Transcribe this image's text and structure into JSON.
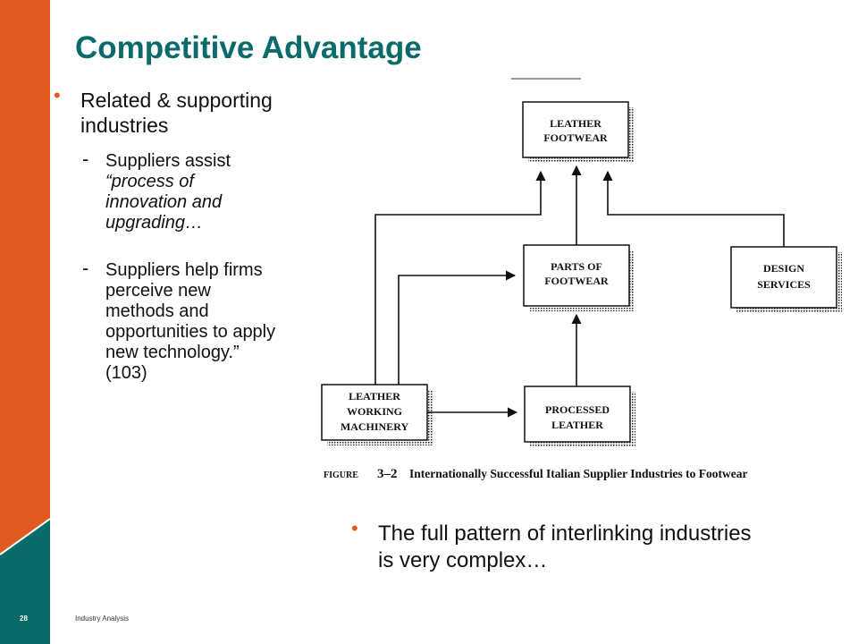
{
  "slide": {
    "title": "Competitive Advantage",
    "page_number": "28",
    "footer": "Industry Analysis",
    "colors": {
      "accent_orange": "#e15a1f",
      "teal": "#0b6b6b",
      "title": "#0b6b6b"
    }
  },
  "left_bullets": {
    "main": [
      "Related & supporting",
      "industries"
    ],
    "sub1": [
      "Suppliers assist",
      "“process of",
      "innovation and",
      "upgrading…"
    ],
    "sub2": [
      "Suppliers help firms",
      "perceive new",
      "methods and",
      "opportunities to apply",
      "new technology.”",
      "(103)"
    ]
  },
  "figure": {
    "boxes": {
      "leather_footwear": [
        "LEATHER",
        "FOOTWEAR"
      ],
      "parts_of_footwear": [
        "PARTS OF",
        "FOOTWEAR"
      ],
      "design_services": [
        "DESIGN",
        "SERVICES"
      ],
      "leather_working_machinery": [
        "LEATHER",
        "WORKING",
        "MACHINERY"
      ],
      "processed_leather": [
        "PROCESSED",
        "LEATHER"
      ]
    },
    "caption_label": "FIGURE",
    "caption_number": "3–2",
    "caption_text": "Internationally Successful Italian Supplier Industries to Footwear"
  },
  "right_bullet": [
    "The full pattern of interlinking industries",
    "is very complex…"
  ]
}
